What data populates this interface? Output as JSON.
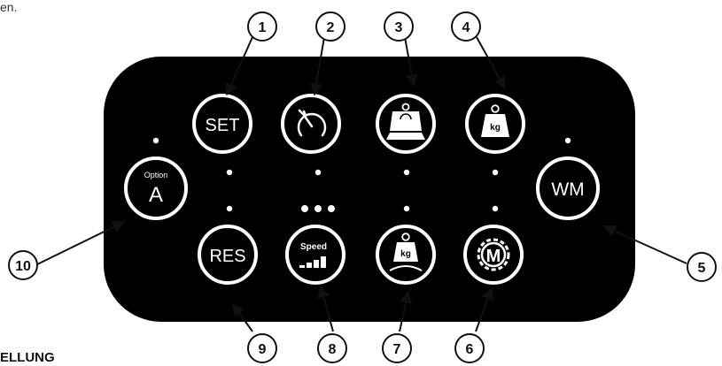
{
  "fragments": {
    "top": "en.",
    "bottom": "ELLUNG"
  },
  "buttons": {
    "set": "SET",
    "option_small": "Option",
    "option_big": "A",
    "wm": "WM",
    "res": "RES",
    "speed": "Speed",
    "kg_top": "kg",
    "kg_bottom": "kg",
    "motor": "M"
  },
  "icons": [
    "speedometer-icon",
    "load-platform-icon",
    "weight-icon",
    "speed-steps-icon",
    "weight-curve-icon",
    "motor-gear-icon"
  ],
  "callouts": [
    "1",
    "2",
    "3",
    "4",
    "5",
    "6",
    "7",
    "8",
    "9",
    "10"
  ],
  "colors": {
    "panel": "#000000",
    "ring": "#ffffff",
    "callout_stroke": "#111111"
  }
}
